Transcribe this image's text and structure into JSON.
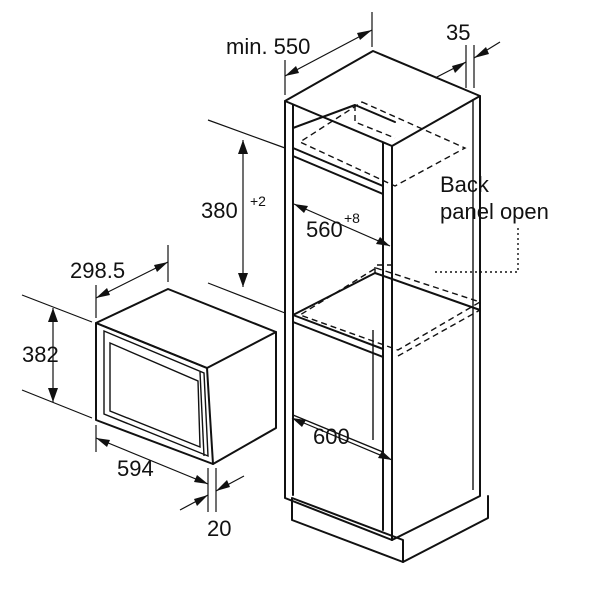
{
  "diagram": {
    "labels": {
      "min_width": "min. 550",
      "panel_gap": "35",
      "niche_height": "380",
      "niche_height_tol": "+2",
      "niche_width": "560",
      "niche_width_tol": "+8",
      "back_panel_line1": "Back",
      "back_panel_line2": "panel open",
      "niche_depth": "600",
      "appliance_depth": "298.5",
      "appliance_height": "382",
      "appliance_width": "594",
      "front_thickness": "20"
    }
  }
}
